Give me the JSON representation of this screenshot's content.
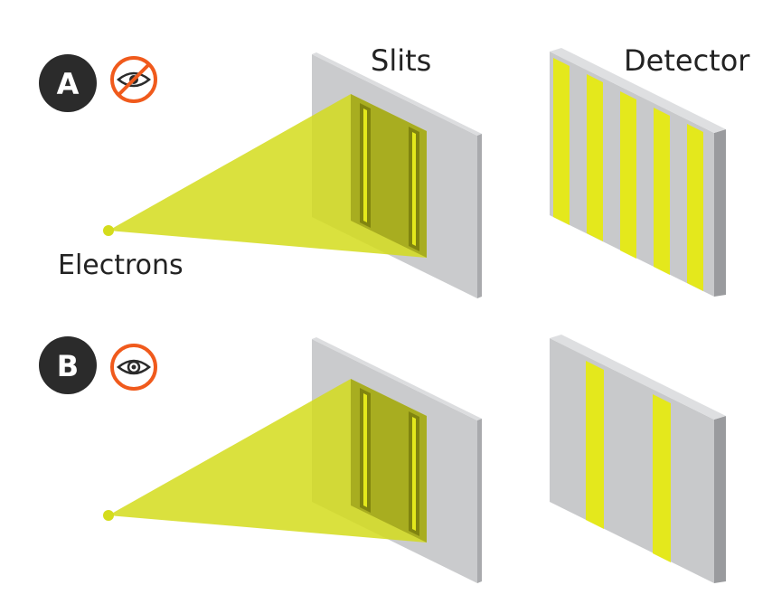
{
  "labels": {
    "slits": "Slits",
    "detector": "Detector",
    "electrons": "Electrons"
  },
  "panels": [
    {
      "id": "A",
      "badge": "A",
      "observation_icon": "eye-crossed-icon",
      "observed": false,
      "detector_pattern": "interference",
      "detector_stripe_count": 5
    },
    {
      "id": "B",
      "badge": "B",
      "observation_icon": "eye-icon",
      "observed": true,
      "detector_pattern": "two-band",
      "detector_stripe_count": 2
    }
  ],
  "colors": {
    "beam": "#d4dc1c",
    "stripe": "#e4e81c",
    "panel": "#c8c9cb",
    "panel_edge": "#9a9b9e",
    "badge": "#2b2b2b",
    "icon_accent": "#f05a1c"
  }
}
